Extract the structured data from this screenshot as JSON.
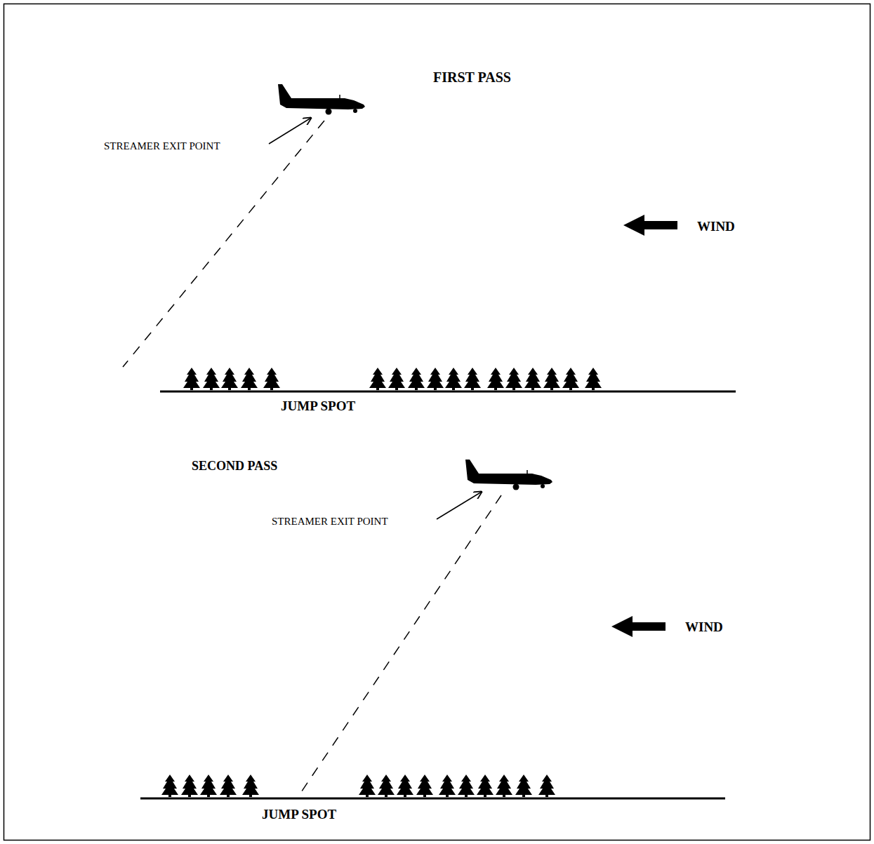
{
  "diagram": {
    "labels": [
      "FIRST PASS",
      "STREAMER EXIT POINT",
      "WIND",
      "JUMP SPOT",
      "SECOND PASS",
      "STREAMER EXIT POINT",
      "WIND",
      "JUMP SPOT"
    ]
  }
}
